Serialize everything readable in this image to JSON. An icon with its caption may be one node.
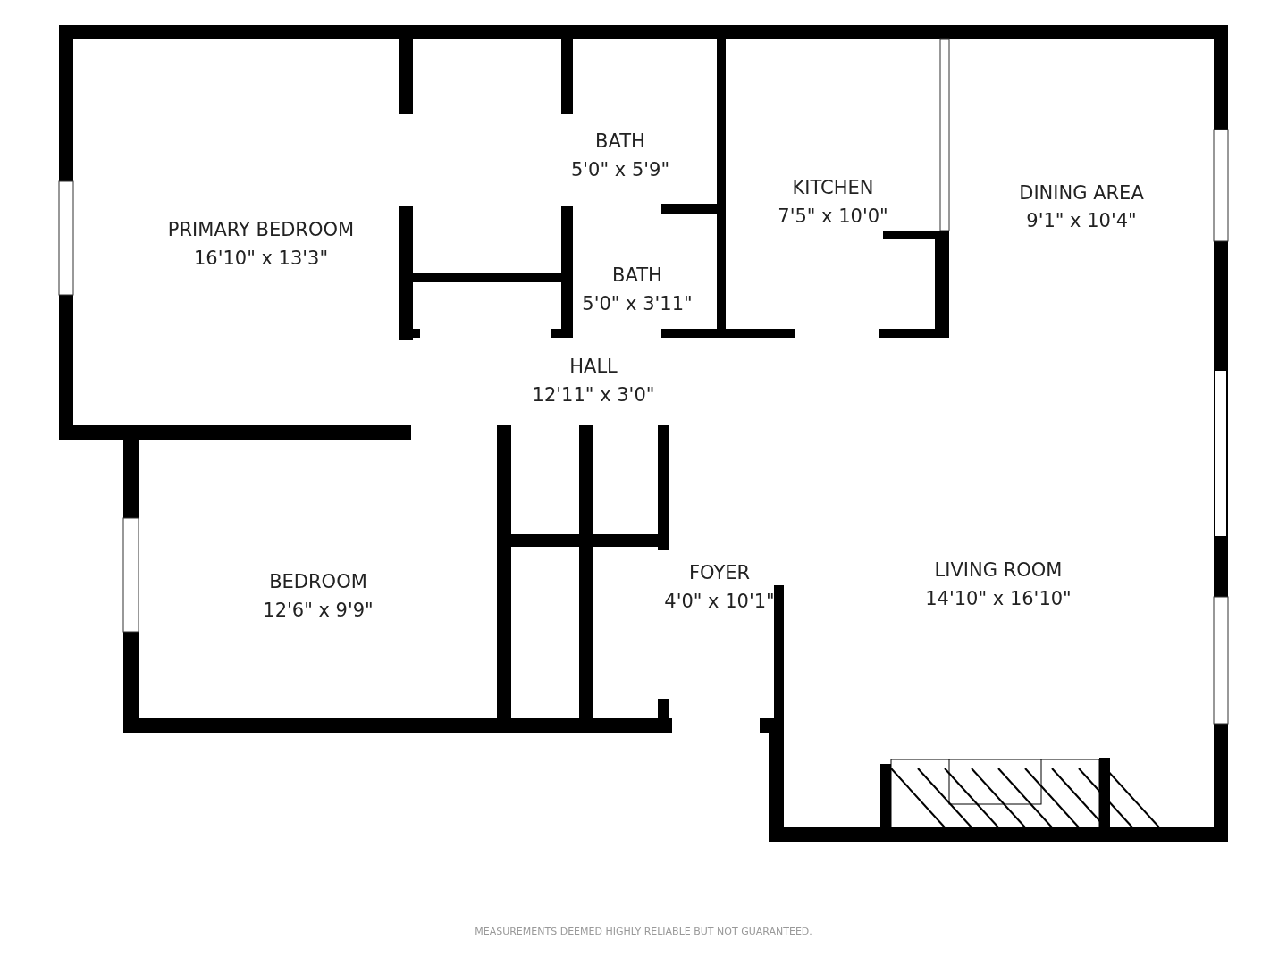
{
  "diagram": {
    "labels": [
      "PRIMARY BEDROOM",
      "16'10\" x 13'3\"",
      "BATH",
      "5'0\" x 5'9\"",
      "KITCHEN",
      "7'5\" x 10'0\"",
      "DINING AREA",
      "9'1\" x 10'4\"",
      "BATH",
      "5'0\" x 3'11\"",
      "HALL",
      "12'11\" x 3'0\"",
      "BEDROOM",
      "12'6\" x 9'9\"",
      "FOYER",
      "4'0\" x 10'1\"",
      "LIVING ROOM",
      "14'10\" x 16'10\"",
      "MEASUREMENTS DEEMED HIGHLY RELIABLE BUT NOT GUARANTEED."
    ]
  }
}
